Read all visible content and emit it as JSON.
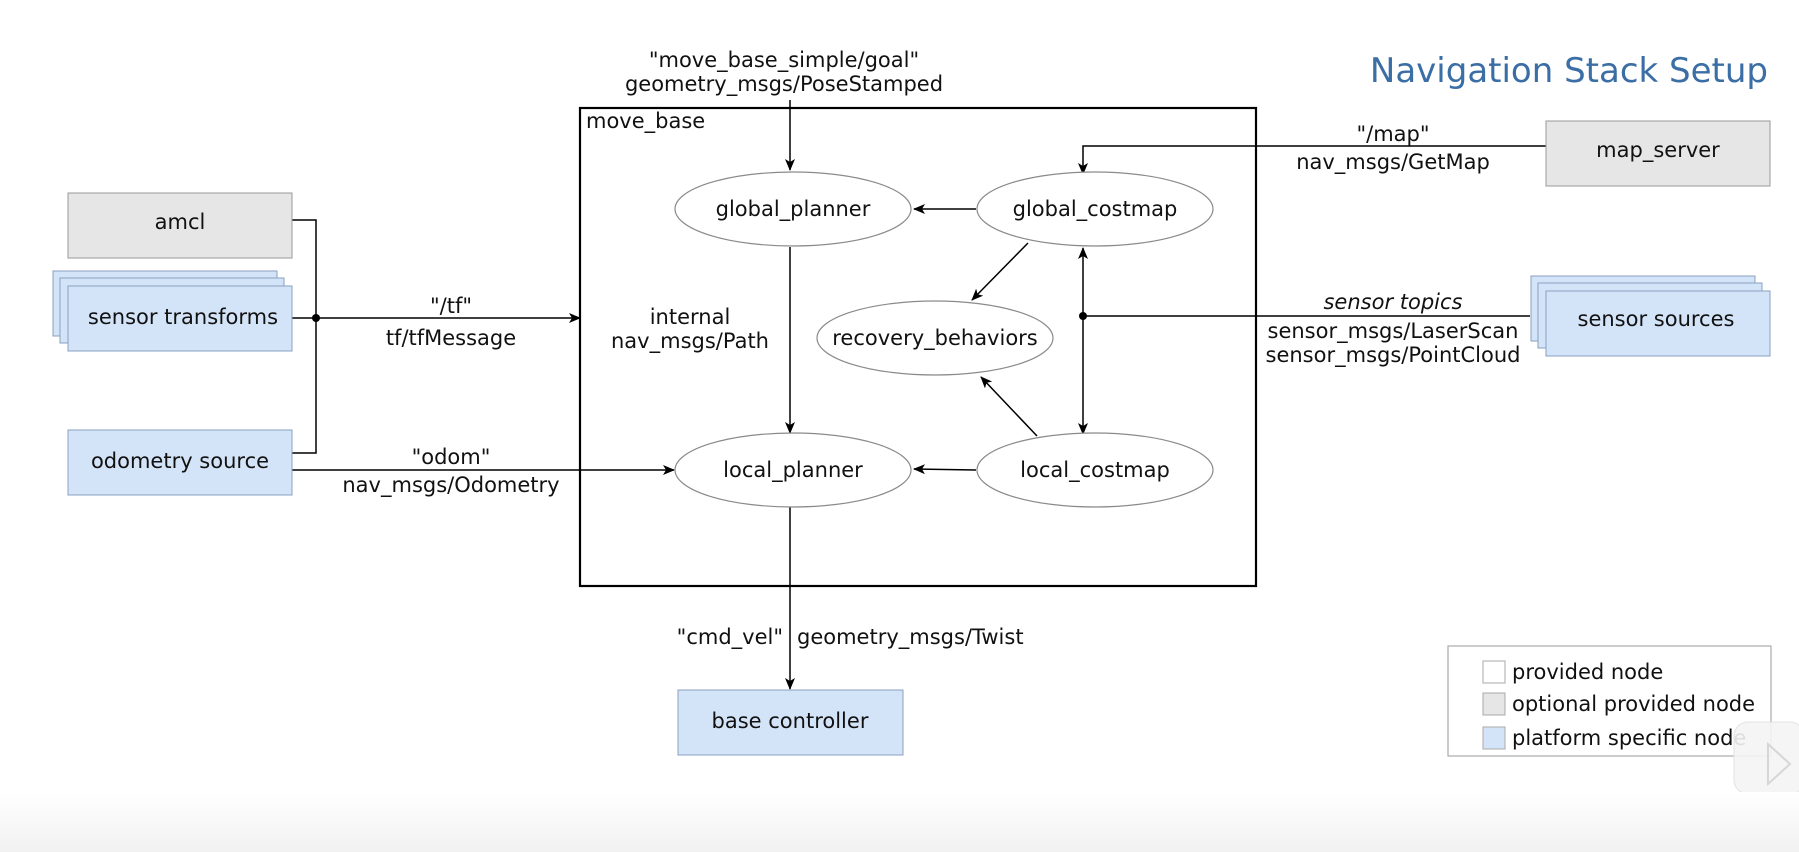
{
  "title": "Navigation Stack Setup",
  "container": {
    "label": "move_base"
  },
  "nodes": {
    "amcl": "amcl",
    "sensor_transforms": "sensor transforms",
    "odometry_source": "odometry source",
    "map_server": "map_server",
    "sensor_sources": "sensor sources",
    "base_controller": "base controller",
    "global_planner": "global_planner",
    "global_costmap": "global_costmap",
    "recovery_behaviors": "recovery_behaviors",
    "local_planner": "local_planner",
    "local_costmap": "local_costmap"
  },
  "edges": {
    "goal": {
      "topic": "\"move_base_simple/goal\"",
      "type": "geometry_msgs/PoseStamped"
    },
    "tf": {
      "topic": "\"/tf\"",
      "type": "tf/tfMessage"
    },
    "odom": {
      "topic": "\"odom\"",
      "type": "nav_msgs/Odometry"
    },
    "map": {
      "topic": "\"/map\"",
      "type": "nav_msgs/GetMap"
    },
    "sensor": {
      "topic": "sensor topics",
      "type1": "sensor_msgs/LaserScan",
      "type2": "sensor_msgs/PointCloud"
    },
    "path": {
      "topic": "internal",
      "type": "nav_msgs/Path"
    },
    "cmd_vel": {
      "topic": "\"cmd_vel\"",
      "type": "geometry_msgs/Twist"
    }
  },
  "legend": {
    "provided": "provided node",
    "optional": "optional provided node",
    "platform": "platform specific node"
  },
  "colors": {
    "platform_fill": "#d4e4f8",
    "optional_fill": "#e6e6e6",
    "provided_fill": "#ffffff",
    "title": "#3a6ea5"
  }
}
